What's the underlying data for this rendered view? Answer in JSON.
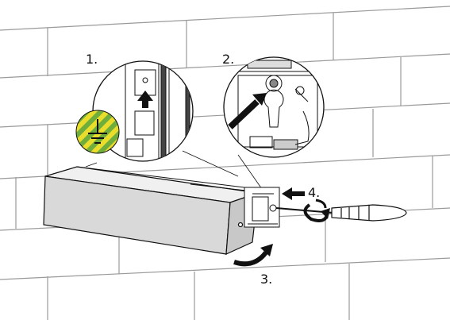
{
  "steps": [
    {
      "label": "1."
    },
    {
      "label": "2."
    },
    {
      "label": "3."
    },
    {
      "label": "4."
    }
  ],
  "colors": {
    "wall_line": "#9a9a9a",
    "outline": "#111111",
    "ground_green": "#6fae3c",
    "ground_yellow": "#e9dc2a",
    "arrow": "#111111"
  },
  "icons": [
    "ground-symbol-icon",
    "screwdriver-icon",
    "rotate-arrow-icon",
    "push-arrow-icon"
  ]
}
